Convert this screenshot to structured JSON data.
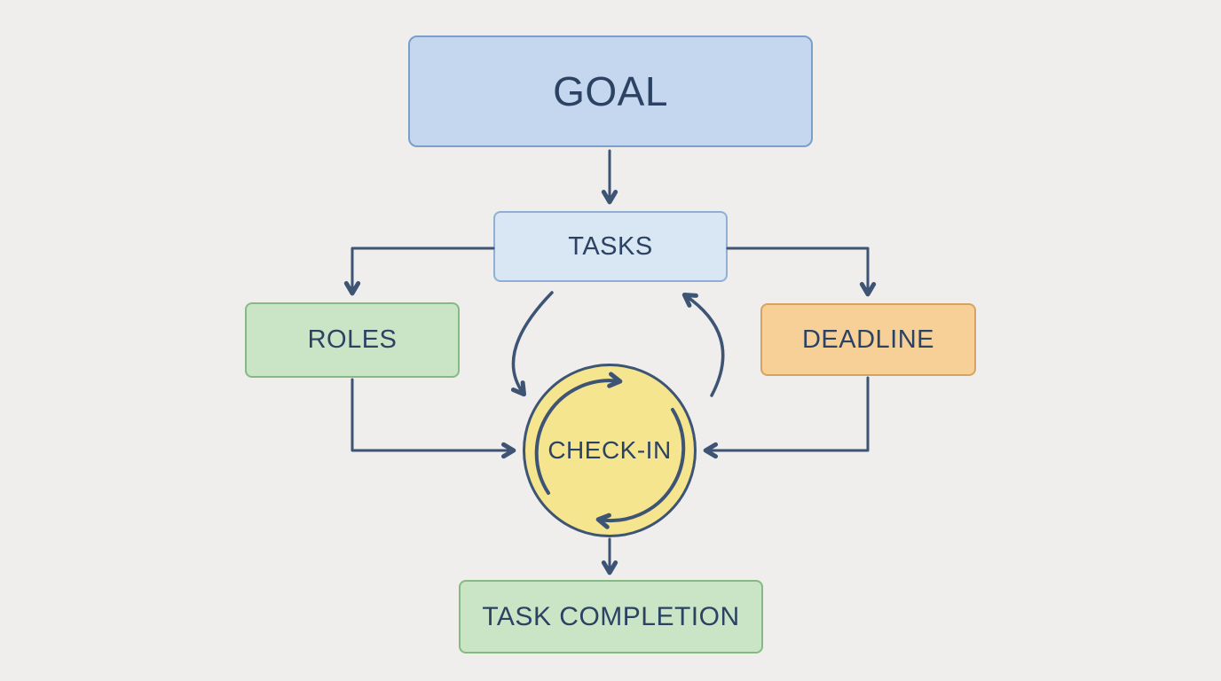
{
  "diagram": {
    "background_color": "#efeeec",
    "arrow_color": "#3d5474",
    "text_color": "#2c4263",
    "nodes": {
      "goal": {
        "label": "GOAL",
        "fill": "#c4d7ee",
        "border": "#7c9ecb",
        "shape": "rect"
      },
      "tasks": {
        "label": "TASKS",
        "fill": "#d9e6f4",
        "border": "#8fb0d4",
        "shape": "rect"
      },
      "roles": {
        "label": "ROLES",
        "fill": "#c9e5c5",
        "border": "#85bb80",
        "shape": "rect"
      },
      "deadline": {
        "label": "DEADLINE",
        "fill": "#f6d097",
        "border": "#d7a35f",
        "shape": "rect"
      },
      "checkin": {
        "label": "CHECK-IN",
        "fill": "#f5e58f",
        "border": "#3d5474",
        "shape": "circle"
      },
      "task_completion": {
        "label": "TASK COMPLETION",
        "fill": "#c9e5c5",
        "border": "#85bb80",
        "shape": "rect"
      }
    },
    "edges": [
      {
        "from": "goal",
        "to": "tasks",
        "style": "straight"
      },
      {
        "from": "tasks",
        "to": "roles",
        "style": "elbow"
      },
      {
        "from": "tasks",
        "to": "deadline",
        "style": "elbow"
      },
      {
        "from": "roles",
        "to": "checkin",
        "style": "elbow"
      },
      {
        "from": "deadline",
        "to": "checkin",
        "style": "elbow"
      },
      {
        "from": "tasks",
        "to": "checkin",
        "style": "curved"
      },
      {
        "from": "checkin",
        "to": "tasks",
        "style": "curved"
      },
      {
        "from": "checkin",
        "to": "task_completion",
        "style": "straight"
      },
      {
        "from": "checkin",
        "to": "checkin",
        "style": "inner-cycle"
      }
    ]
  }
}
